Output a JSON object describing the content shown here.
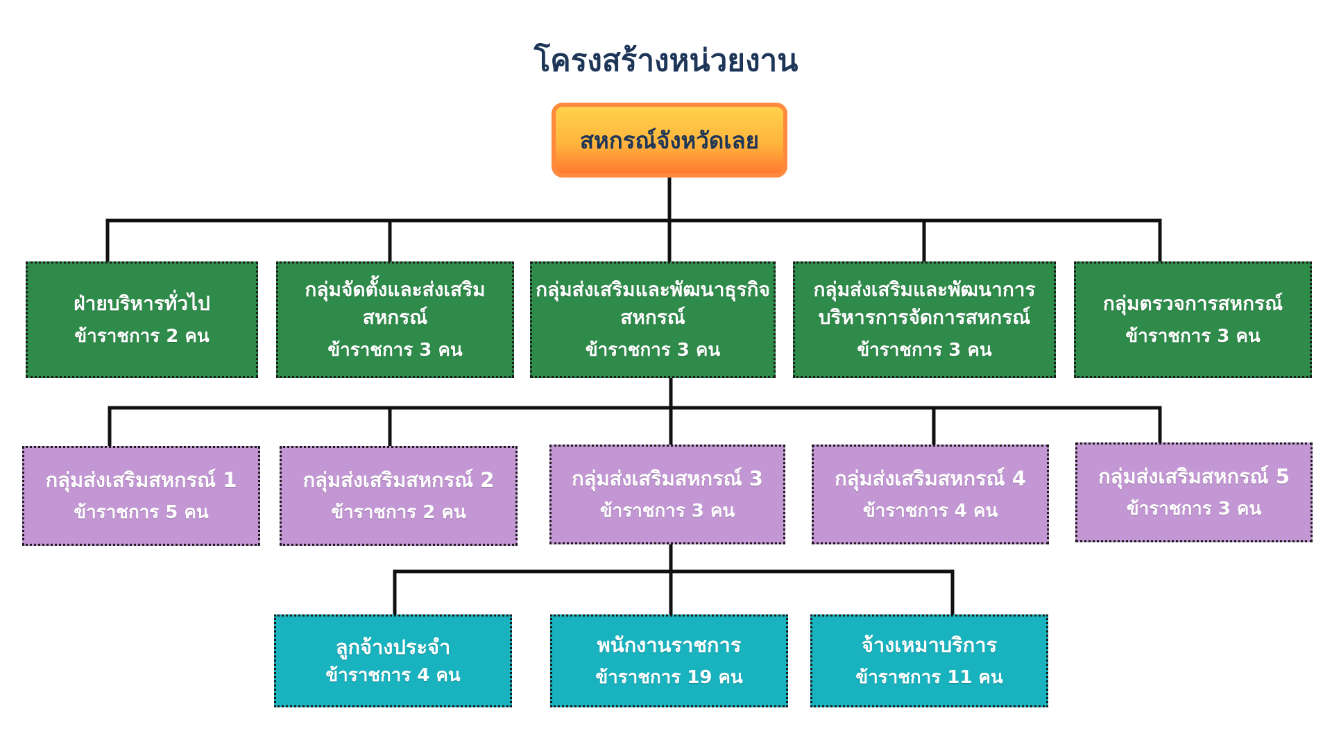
{
  "title": "โครงสร้างหน่วยงาน",
  "root": {
    "name": "สหกรณ์จังหวัดเลย"
  },
  "colors": {
    "title": "#1d3557",
    "root_fill": "#ffc23f",
    "root_border": "#ff8a3d",
    "level1_fill": "#2e8b4a",
    "level2_fill": "#c397d4",
    "level3_fill": "#19b3bf",
    "connector": "#111111"
  },
  "level1": [
    {
      "name": "ฝ่ายบริหารทั่วไป",
      "staff": "ข้าราชการ 2 คน"
    },
    {
      "name": "กลุ่มจัดตั้งและส่งเสริมสหกรณ์",
      "staff": "ข้าราชการ 3 คน"
    },
    {
      "name": "กลุ่มส่งเสริมและพัฒนาธุรกิจสหกรณ์",
      "staff": "ข้าราชการ 3 คน"
    },
    {
      "name": "กลุ่มส่งเสริมและพัฒนาการบริหารการจัดการสหกรณ์",
      "staff": "ข้าราชการ 3 คน"
    },
    {
      "name": "กลุ่มตรวจการสหกรณ์",
      "staff": "ข้าราชการ 3 คน"
    }
  ],
  "level2": [
    {
      "name": "กลุ่มส่งเสริมสหกรณ์ 1",
      "staff": "ข้าราชการ 5 คน"
    },
    {
      "name": "กลุ่มส่งเสริมสหกรณ์ 2",
      "staff": "ข้าราชการ 2 คน"
    },
    {
      "name": "กลุ่มส่งเสริมสหกรณ์ 3",
      "staff": "ข้าราชการ 3 คน"
    },
    {
      "name": "กลุ่มส่งเสริมสหกรณ์ 4",
      "staff": "ข้าราชการ 4 คน"
    },
    {
      "name": "กลุ่มส่งเสริมสหกรณ์ 5",
      "staff": "ข้าราชการ 3 คน"
    }
  ],
  "level3": [
    {
      "name": "ลูกจ้างประจำ",
      "staff": "ข้าราชการ 4 คน"
    },
    {
      "name": "พนักงานราชการ",
      "staff": "ข้าราชการ 19 คน"
    },
    {
      "name": "จ้างเหมาบริการ",
      "staff": "ข้าราชการ 11 คน"
    }
  ]
}
